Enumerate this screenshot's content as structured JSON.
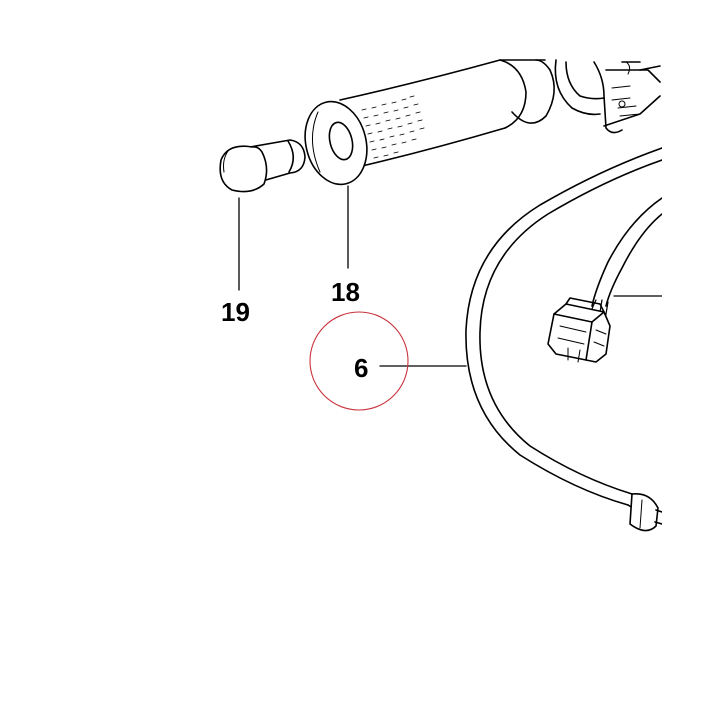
{
  "labels": {
    "part_19": "19",
    "part_18": "18",
    "part_6": "6"
  },
  "colors": {
    "line": "#000000",
    "highlight_circle": "#c8323c",
    "background": "#ffffff"
  }
}
